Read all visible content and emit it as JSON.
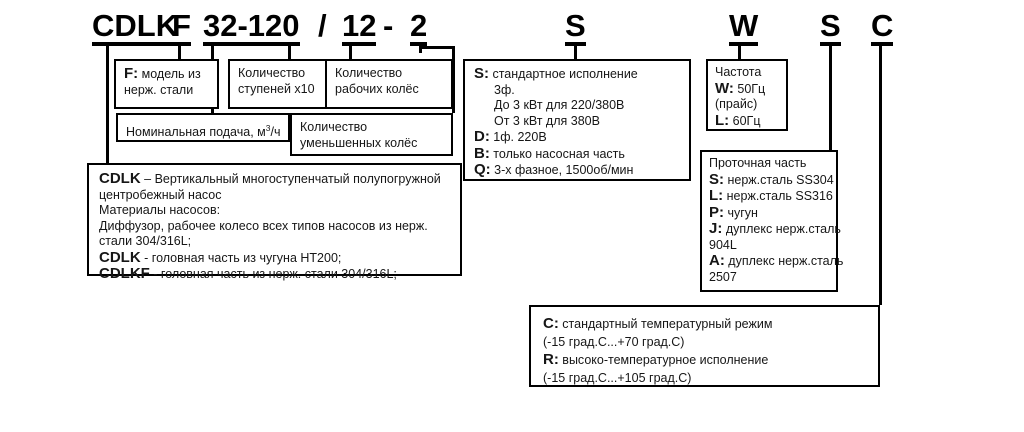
{
  "header": {
    "chars": [
      {
        "text": "CDLK",
        "underline": true
      },
      {
        "text": "F",
        "underline": true
      },
      {
        "text": "32-120",
        "underline": true
      },
      {
        "text": "/",
        "underline": false
      },
      {
        "text": "12",
        "underline": true
      },
      {
        "text": "-",
        "underline": false
      },
      {
        "text": "2",
        "underline": true
      },
      {
        "text": "S",
        "underline": true
      },
      {
        "text": "W",
        "underline": true
      },
      {
        "text": "S",
        "underline": true
      },
      {
        "text": "C",
        "underline": true
      }
    ]
  },
  "boxes": {
    "model_f": {
      "key": "F:",
      "line1": " модель из",
      "line2": "нерж. стали"
    },
    "stages": {
      "line1": "Количество",
      "line2": "ступеней х10"
    },
    "impellers": {
      "line1": "Количество",
      "line2": "рабочих колёс"
    },
    "nominal_flow": {
      "text_pre": "Номинальная подача, м",
      "sup": "3",
      "text_post": "/ч"
    },
    "reduced_impellers": {
      "line1": "Количество",
      "line2": "уменьшенных колёс"
    },
    "cdlk_description": {
      "l1_key": "CDLK",
      "l1_rest": " – Вертикальный многоступенчатый полупогружной",
      "l2": "центробежный насос",
      "l3": "Материалы насосов:",
      "l4": "Диффузор, рабочее колесо всех типов насосов из нерж.",
      "l5": "стали 304/316L;",
      "l6_key": "CDLK",
      "l6_rest": " - головная часть из чугуна HT200;",
      "l7_key": "CDLKF",
      "l7_rest": " - головная часть из нерж. стали 304/316L;"
    },
    "execution": {
      "s_key": "S:",
      "s_val": " стандартное исполнение",
      "s_sub1": "3ф.",
      "s_sub2": "До 3 кВт для 220/380В",
      "s_sub3": "От 3 кВт для 380В",
      "d_key": "D:",
      "d_val": " 1ф. 220В",
      "b_key": "B:",
      "b_val": " только насосная часть",
      "q_key": "Q:",
      "q_val": " 3-х фазное, 1500об/мин"
    },
    "frequency": {
      "title": "Частота",
      "w_key": "W:",
      "w_val": " 50Гц",
      "price": "(прайс)",
      "l_key": "L:",
      "l_val": " 60Гц"
    },
    "flow_part": {
      "title": "Проточная часть",
      "s_key": "S:",
      "s_val": " нерж.сталь SS304",
      "l_key": "L:",
      "l_val": " нерж.сталь SS316",
      "p_key": "P:",
      "p_val": " чугун",
      "j_key": "J:",
      "j_val": " дуплекс нерж.сталь",
      "j_val2": "904L",
      "a_key": "A:",
      "a_val": " дуплекс нерж.сталь",
      "a_val2": "2507"
    },
    "temperature": {
      "c_key": "C:",
      "c_val": " стандартный температурный режим",
      "c_range": "(-15 град.С...+70 град.С)",
      "r_key": "R:",
      "r_val": " высоко-температурное исполнение",
      "r_range": "(-15 град.С...+105 град.С)"
    }
  },
  "colors": {
    "line": "#000000",
    "text": "#161616",
    "background": "#ffffff"
  }
}
